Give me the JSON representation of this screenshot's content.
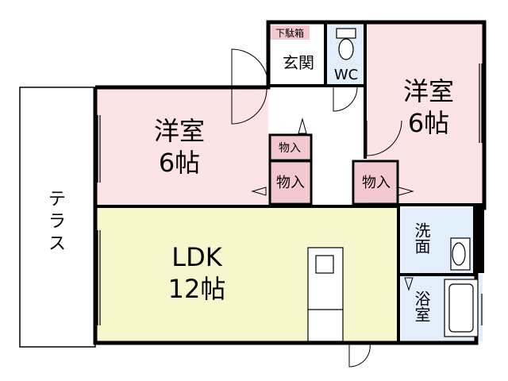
{
  "rooms": {
    "terrace": "テラス",
    "western_left": {
      "name": "洋室",
      "size": "6帖"
    },
    "western_right": {
      "name": "洋室",
      "size": "6帖"
    },
    "ldk": {
      "name": "LDK",
      "size": "12帖"
    },
    "entrance": "玄関",
    "shoe_box": "下駄箱",
    "wc": "WC",
    "washroom": "洗面",
    "bathroom": "浴室",
    "closet": "物入"
  },
  "colors": {
    "western_fill": "#fce3e6",
    "ldk_fill": "#f8f6cc",
    "wet_fill": "#e3eefb",
    "closet_fill": "#f4c8cf",
    "wall": "#000000"
  }
}
